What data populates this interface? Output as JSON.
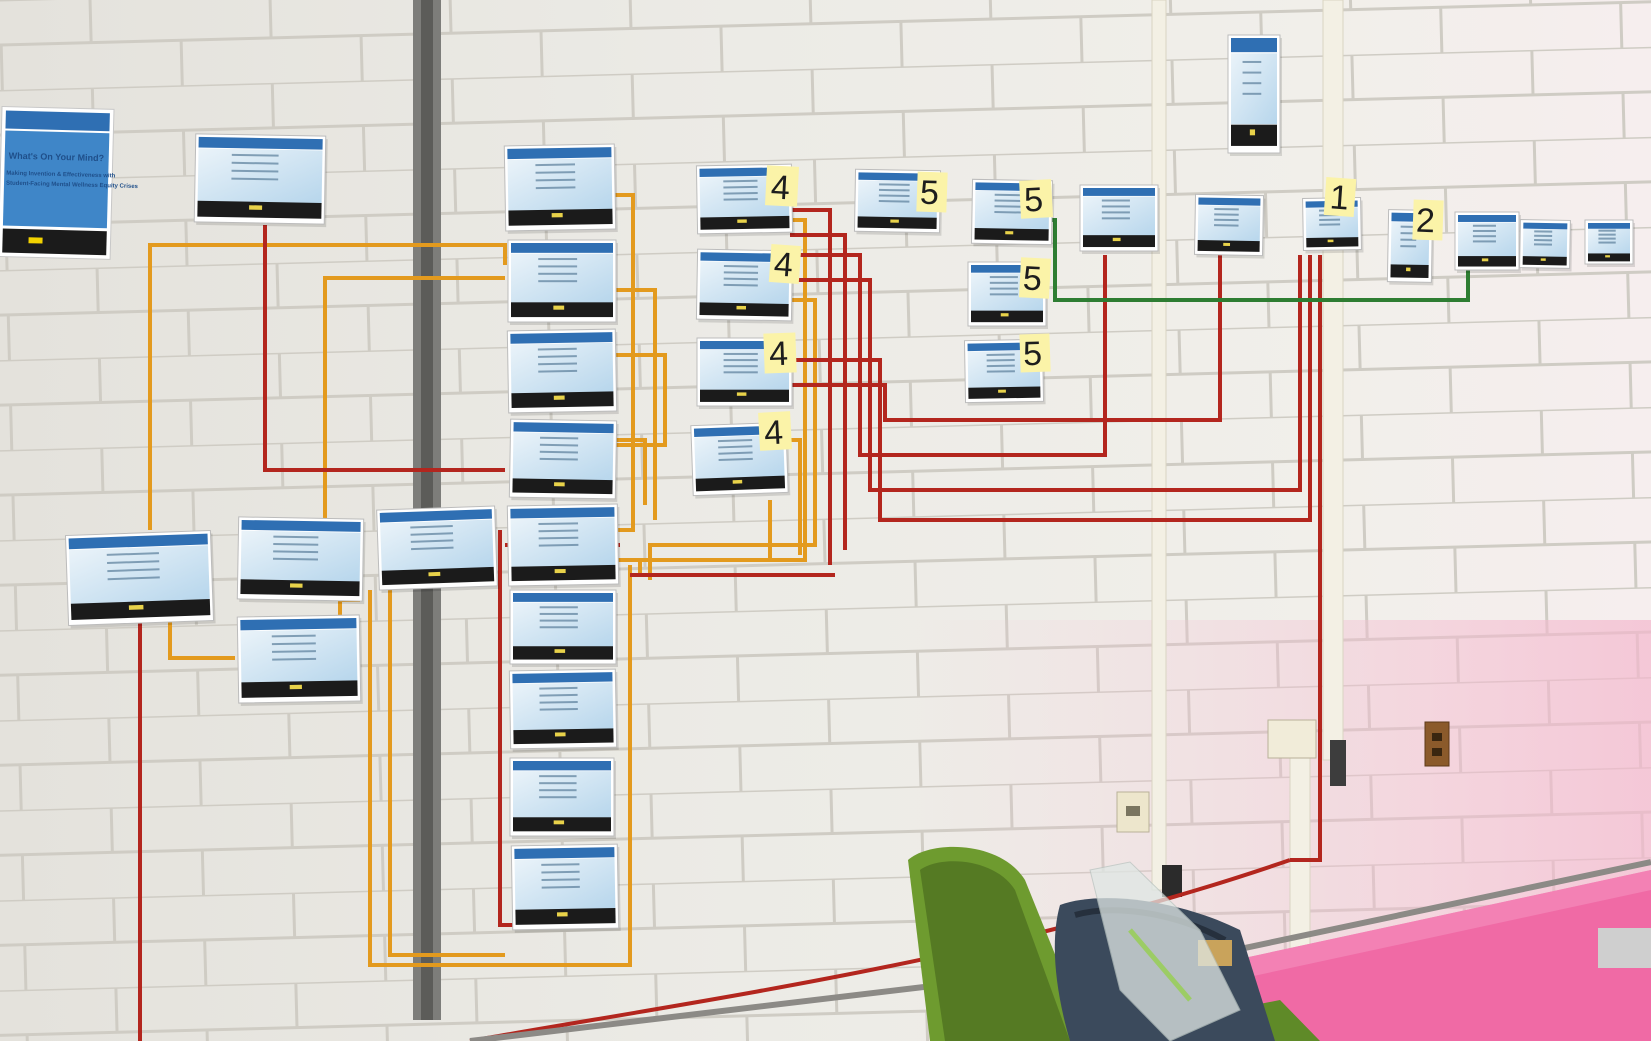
{
  "scene": {
    "subject": "wall-mounted website flow map",
    "wall": "white painted cinder block",
    "tape_colors": {
      "red": "#b3261e",
      "orange": "#e39a1e",
      "green": "#2e7d32"
    },
    "carpet_color": "#f06aa5",
    "chair_color": "#6e9b2f",
    "page_colors": {
      "header": "#2f6fb3",
      "body": "#cfe4f2",
      "footer": "#1b1b1b"
    }
  },
  "poster": {
    "headline": "What's On Your Mind?",
    "lines": [
      "Making Invention & Effectiveness with",
      "Student-Facing Mental Wellness Equity Crises"
    ]
  },
  "sticky_notes": [
    "4",
    "4",
    "4",
    "4",
    "5",
    "5",
    "5",
    "5",
    "1",
    "2"
  ]
}
